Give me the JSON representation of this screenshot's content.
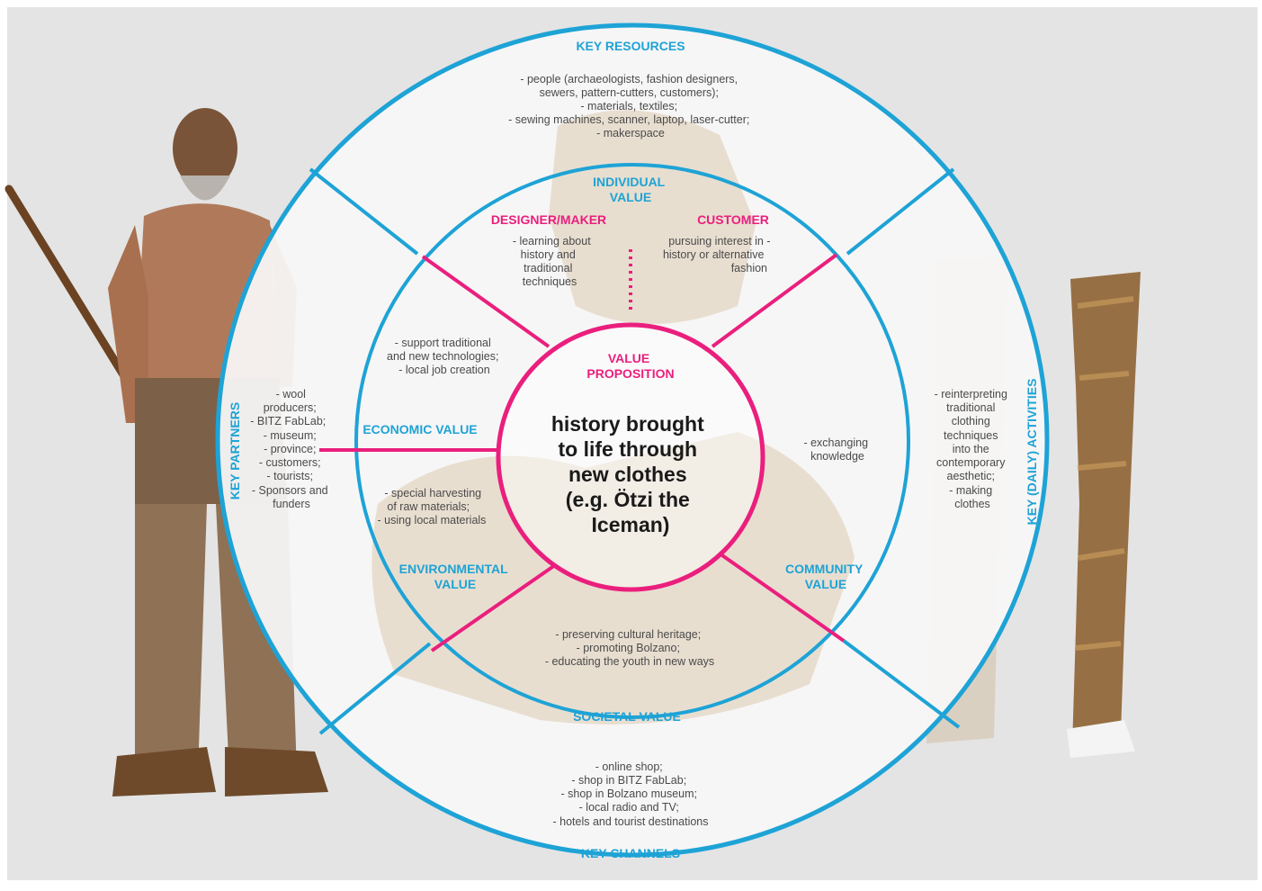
{
  "colors": {
    "blue": "#1ea3d6",
    "pink": "#ea1f7d",
    "background": "#e4e4e4"
  },
  "key_resources": {
    "title": "KEY RESOURCES",
    "lines": [
      "- people (archaeologists, fashion designers,",
      "sewers, pattern-cutters, customers);",
      "- materials, textiles;",
      "- sewing machines, scanner, laptop, laser-cutter;",
      "- makerspace"
    ]
  },
  "key_partners": {
    "title": "KEY PARTNERS",
    "lines": [
      "- wool",
      "producers;",
      "- BITZ FabLab;",
      "- museum;",
      "- province;",
      "- customers;",
      "- tourists;",
      "- Sponsors and",
      "funders"
    ]
  },
  "key_activities": {
    "title": "KEY (DAILY) ACTIVITIES",
    "lines": [
      "- reinterpreting",
      "traditional",
      "clothing",
      "techniques",
      "into the",
      "contemporary",
      "aesthetic;",
      "- making",
      "clothes"
    ]
  },
  "key_channels": {
    "title": "KEY CHANNELS",
    "lines": [
      "- online shop;",
      "- shop in BITZ FabLab;",
      "- shop in Bolzano museum;",
      "- local radio and TV;",
      "- hotels and tourist destinations"
    ]
  },
  "individual_value": {
    "title_lines": [
      "INDIVIDUAL",
      "VALUE"
    ],
    "designer_title": "DESIGNER/MAKER",
    "designer_lines": [
      "- learning about",
      "history and",
      "traditional",
      "techniques"
    ],
    "customer_title": "CUSTOMER",
    "customer_lines": [
      "pursuing interest in -",
      "history or alternative",
      "fashion"
    ]
  },
  "economic_value": {
    "title": "ECONOMIC VALUE",
    "lines": [
      "- support traditional",
      "and new technologies;",
      "- local job creation"
    ]
  },
  "environmental_value": {
    "title_lines": [
      "ENVIRONMENTAL",
      "VALUE"
    ],
    "lines": [
      "- special harvesting",
      "of raw materials;",
      "- using local materials"
    ]
  },
  "community_value": {
    "title_lines": [
      "COMMUNITY",
      "VALUE"
    ],
    "lines": [
      "- exchanging",
      "knowledge"
    ]
  },
  "societal_value": {
    "title": "SOCIETAL VALUE",
    "lines": [
      "- preserving cultural heritage;",
      "- promoting Bolzano;",
      "- educating the youth in new ways"
    ]
  },
  "value_proposition": {
    "title_lines": [
      "VALUE",
      "PROPOSITION"
    ],
    "center_lines": [
      "history brought",
      "to life through",
      "new clothes",
      "(e.g. Ötzi the",
      "Iceman)"
    ]
  }
}
